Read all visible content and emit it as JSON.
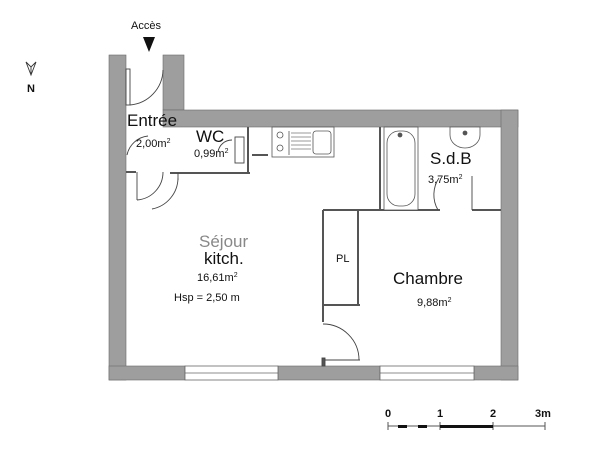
{
  "access": {
    "label": "Accès"
  },
  "north": {
    "label": "N"
  },
  "rooms": {
    "entree": {
      "name": "Entrée",
      "area": "2,00m",
      "area_sup": "2"
    },
    "wc": {
      "name": "WC",
      "area": "0,99m",
      "area_sup": "2"
    },
    "sdb": {
      "name": "S.d.B",
      "area": "3,75m",
      "area_sup": "2"
    },
    "sejour": {
      "name": "Séjour",
      "name2": "kitch.",
      "area": "16,61m",
      "area_sup": "2",
      "height": "Hsp = 2,50 m"
    },
    "placard": {
      "name": "PL"
    },
    "chambre": {
      "name": "Chambre",
      "area": "9,88m",
      "area_sup": "2"
    }
  },
  "scale": {
    "ticks": [
      "0",
      "1",
      "2",
      "3m"
    ]
  },
  "colors": {
    "wall": "#9e9e9e",
    "line": "#555555"
  }
}
